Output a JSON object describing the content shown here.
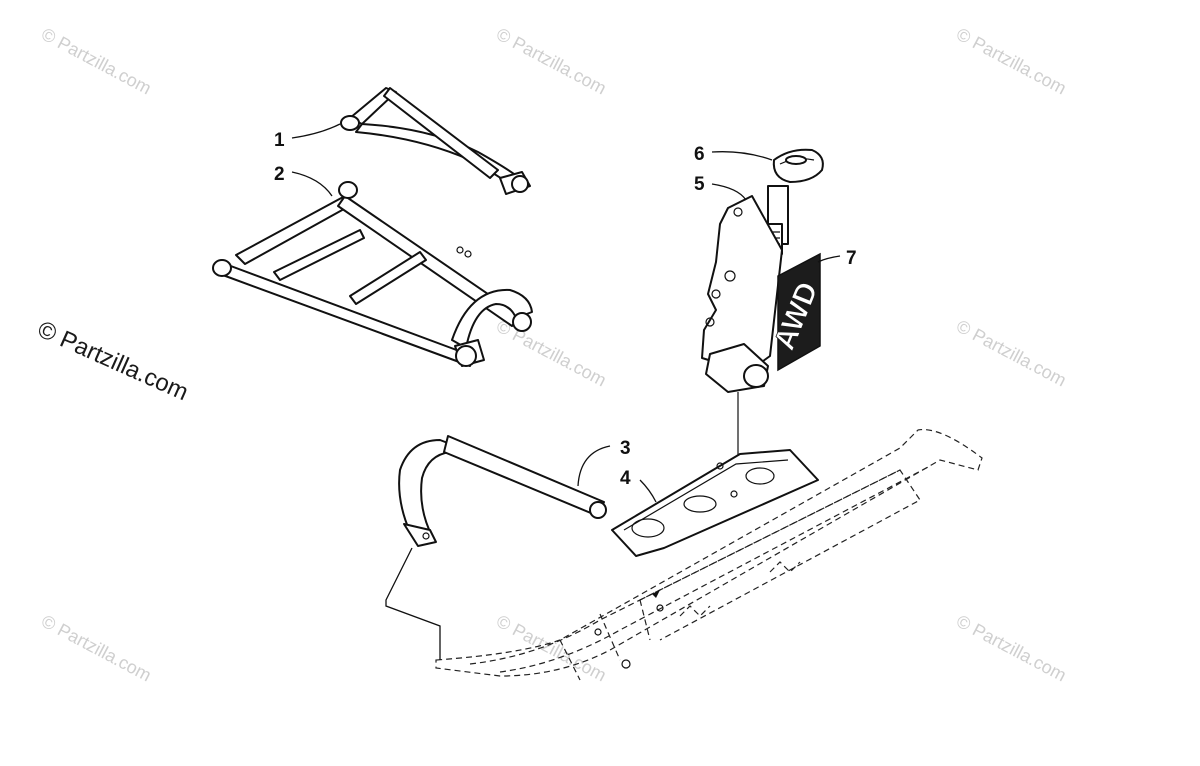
{
  "watermark": {
    "text": "© Partzilla.com"
  },
  "callouts": [
    "1",
    "2",
    "3",
    "4",
    "5",
    "6",
    "7"
  ],
  "decal_text": "AWD"
}
